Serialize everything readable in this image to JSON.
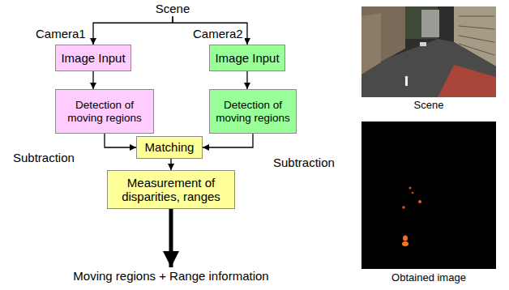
{
  "diagram": {
    "nodes": [
      {
        "text": [
          "Scene"
        ]
      },
      {
        "text": [
          "Image Input"
        ]
      },
      {
        "text": [
          "Image Input"
        ]
      },
      {
        "text": [
          "Detection of moving regions"
        ]
      },
      {
        "text": [
          "Detection of moving regions"
        ]
      },
      {
        "text": [
          "Matching"
        ]
      },
      {
        "text": [
          "Measurement of disparities, ranges"
        ]
      },
      {
        "text": [
          "Moving regions + Range information"
        ]
      }
    ],
    "edges": [
      {
        "from": 0,
        "to": 1,
        "label": "Camera1",
        "arrow": "to"
      },
      {
        "from": 0,
        "to": 2,
        "label": "Camera2",
        "arrow": "to"
      },
      {
        "from": 1,
        "to": 3,
        "arrow": "to"
      },
      {
        "from": 2,
        "to": 4,
        "arrow": "to"
      },
      {
        "from": 3,
        "to": 5,
        "label": "Subtraction",
        "arrow": "to"
      },
      {
        "from": 4,
        "to": 5,
        "label": "Subtraction",
        "arrow": "to"
      },
      {
        "from": 5,
        "to": 6,
        "arrow": "to"
      },
      {
        "from": 6,
        "to": 7,
        "arrow": "to"
      }
    ],
    "labels": [
      "Scene",
      "Obtained image"
    ]
  }
}
